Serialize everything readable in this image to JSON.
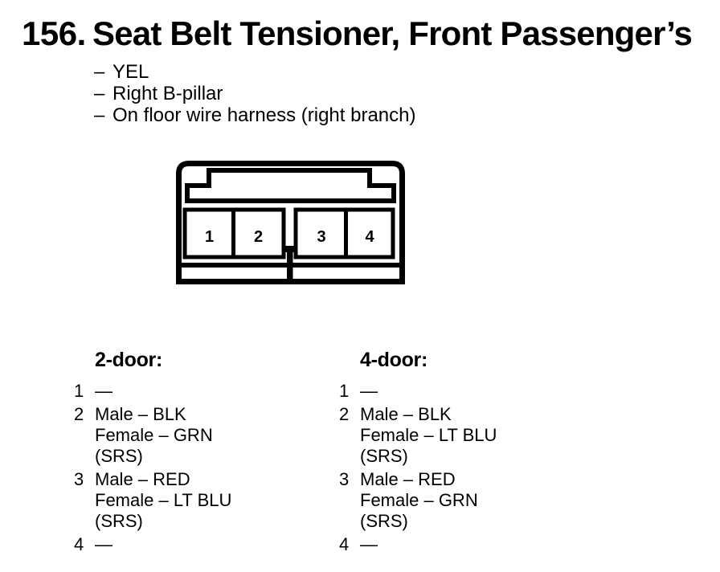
{
  "header": {
    "number": "156.",
    "title": "Seat Belt Tensioner, Front Passenger’s",
    "dash": "–",
    "notes": [
      "YEL",
      "Right B-pillar",
      "On floor wire harness (right branch)"
    ]
  },
  "connector": {
    "pins": [
      "1",
      "2",
      "3",
      "4"
    ]
  },
  "variants": [
    {
      "label": "2-door:",
      "rows": [
        {
          "pin": "1",
          "lines": [
            "—"
          ]
        },
        {
          "pin": "2",
          "lines": [
            "Male – BLK",
            "Female – GRN",
            "(SRS)"
          ]
        },
        {
          "pin": "3",
          "lines": [
            "Male – RED",
            "Female – LT BLU",
            "(SRS)"
          ]
        },
        {
          "pin": "4",
          "lines": [
            "—"
          ]
        }
      ]
    },
    {
      "label": "4-door:",
      "rows": [
        {
          "pin": "1",
          "lines": [
            "—"
          ]
        },
        {
          "pin": "2",
          "lines": [
            "Male – BLK",
            "Female – LT BLU",
            "(SRS)"
          ]
        },
        {
          "pin": "3",
          "lines": [
            "Male – RED",
            "Female – GRN",
            "(SRS)"
          ]
        },
        {
          "pin": "4",
          "lines": [
            "—"
          ]
        }
      ]
    }
  ]
}
